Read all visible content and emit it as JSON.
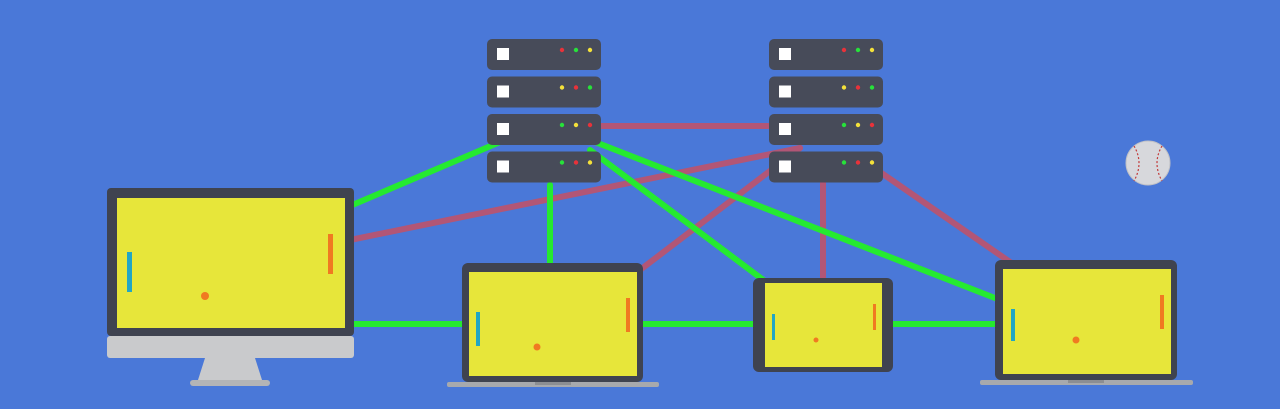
{
  "colors": {
    "background": "#4a78d8",
    "link_primary": "#25ea30",
    "link_secondary": "#b25676",
    "server_body": "#474b59",
    "screen": "#e7e63a",
    "bezel": "#3f4350",
    "paddle_left": "#22a6c4",
    "paddle_right": "#f07a21",
    "ball": "#f07a21",
    "led_red": "#e8323a",
    "led_green": "#27e23a",
    "led_yellow": "#f4e13a"
  },
  "servers": [
    {
      "name": "server-rack-left",
      "units": [
        {
          "leds": [
            "red",
            "green",
            "yellow"
          ]
        },
        {
          "leds": [
            "yellow",
            "red",
            "green"
          ]
        },
        {
          "leds": [
            "green",
            "yellow",
            "red"
          ]
        },
        {
          "leds": [
            "green",
            "red",
            "yellow"
          ]
        }
      ]
    },
    {
      "name": "server-rack-right",
      "units": [
        {
          "leds": [
            "red",
            "green",
            "yellow"
          ]
        },
        {
          "leds": [
            "yellow",
            "red",
            "green"
          ]
        },
        {
          "leds": [
            "green",
            "yellow",
            "red"
          ]
        },
        {
          "leds": [
            "green",
            "red",
            "yellow"
          ]
        }
      ]
    }
  ],
  "devices": [
    {
      "name": "desktop-monitor",
      "kind": "desktop",
      "game": "pong"
    },
    {
      "name": "laptop-left",
      "kind": "laptop",
      "game": "pong"
    },
    {
      "name": "tablet",
      "kind": "tablet",
      "game": "pong"
    },
    {
      "name": "laptop-right",
      "kind": "laptop",
      "game": "pong"
    }
  ],
  "decorations": [
    {
      "name": "baseball-icon",
      "icon": "baseball"
    }
  ]
}
